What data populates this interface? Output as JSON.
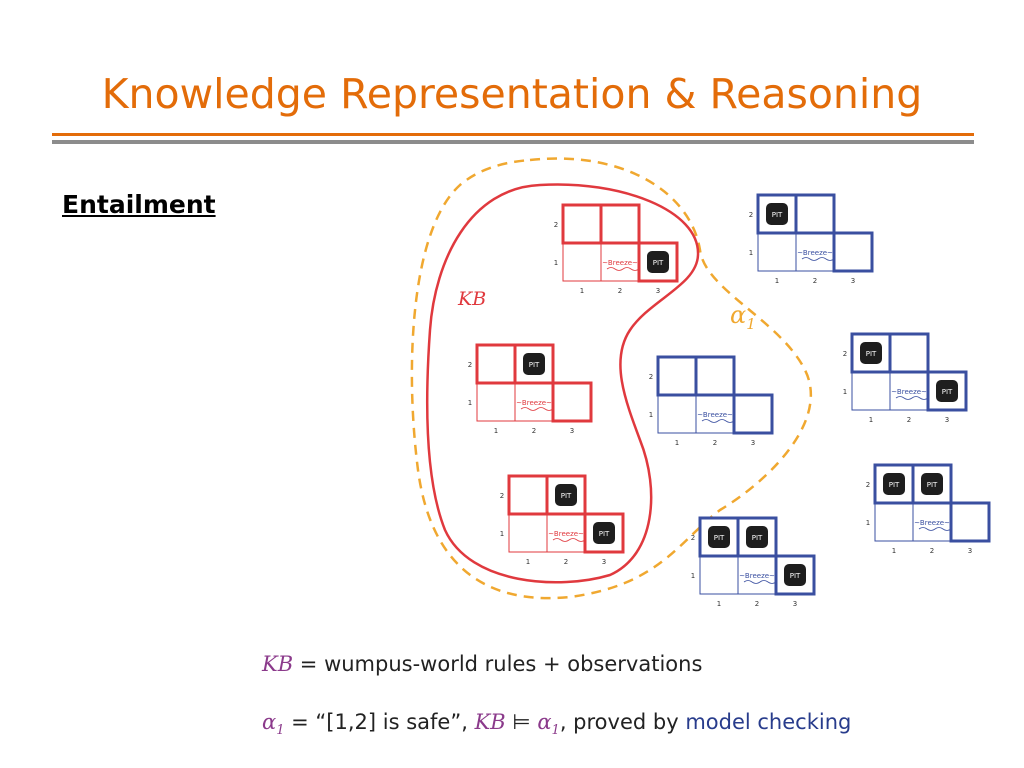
{
  "slide": {
    "title": "Knowledge Representation & Reasoning",
    "subheading": "Entailment"
  },
  "figure": {
    "kb_label": "KB",
    "alpha_label": "α",
    "alpha_sub": "1",
    "pit_label": "PIT",
    "breeze_label": "~Breeze~",
    "colors": {
      "kb": "#E0393E",
      "alpha": "#F0A830",
      "other": "#3A4FA0",
      "pit": "#1E1E1E"
    }
  },
  "caption": {
    "line1_math": "KB",
    "line1_text": " = wumpus-world rules + observations",
    "line2_alpha": "α",
    "line2_alpha_sub": "1",
    "line2_text1": " = “[1,2] is safe”, ",
    "line2_kb": "KB",
    "line2_entails": " ⊨ ",
    "line2_alpha2": "α",
    "line2_alpha2_sub": "1",
    "line2_text2": ", proved by ",
    "line2_link": "model checking"
  }
}
